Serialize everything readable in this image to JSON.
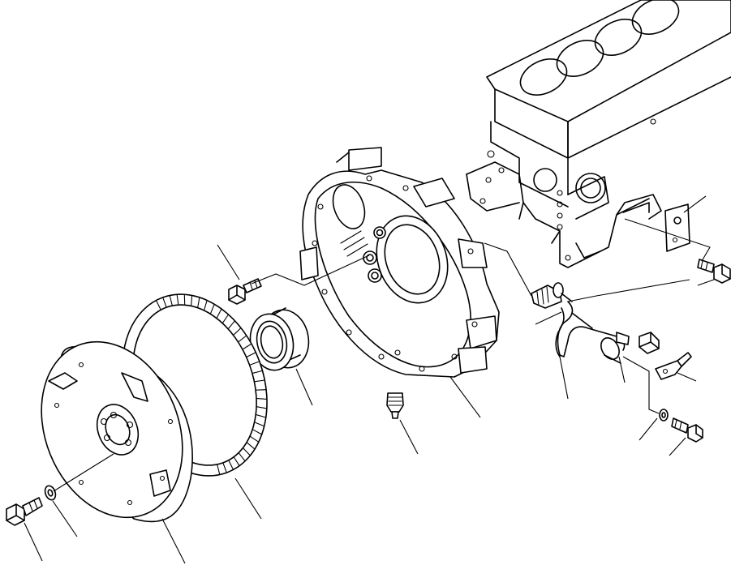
{
  "diagram": {
    "parts": [
      {
        "id": "engine-block",
        "icon": "engine-block-icon"
      },
      {
        "id": "flywheel-housing",
        "icon": "flywheel-housing-icon"
      },
      {
        "id": "oil-seal",
        "icon": "oil-seal-icon"
      },
      {
        "id": "flywheel",
        "icon": "flywheel-icon"
      },
      {
        "id": "ring-gear",
        "icon": "ring-gear-icon"
      },
      {
        "id": "housing-bolt",
        "icon": "bolt-icon"
      },
      {
        "id": "flywheel-bolt",
        "icon": "bolt-icon"
      },
      {
        "id": "washer",
        "icon": "washer-icon"
      },
      {
        "id": "drain-plug",
        "icon": "plug-icon"
      },
      {
        "id": "speed-sensor",
        "icon": "sensor-icon"
      },
      {
        "id": "sensor-harness",
        "icon": "harness-icon"
      },
      {
        "id": "bracket",
        "icon": "bracket-icon"
      },
      {
        "id": "clip",
        "icon": "clip-icon"
      },
      {
        "id": "connector",
        "icon": "connector-icon"
      },
      {
        "id": "small-bolt",
        "icon": "bolt-icon"
      },
      {
        "id": "small-washer",
        "icon": "washer-icon"
      }
    ]
  }
}
